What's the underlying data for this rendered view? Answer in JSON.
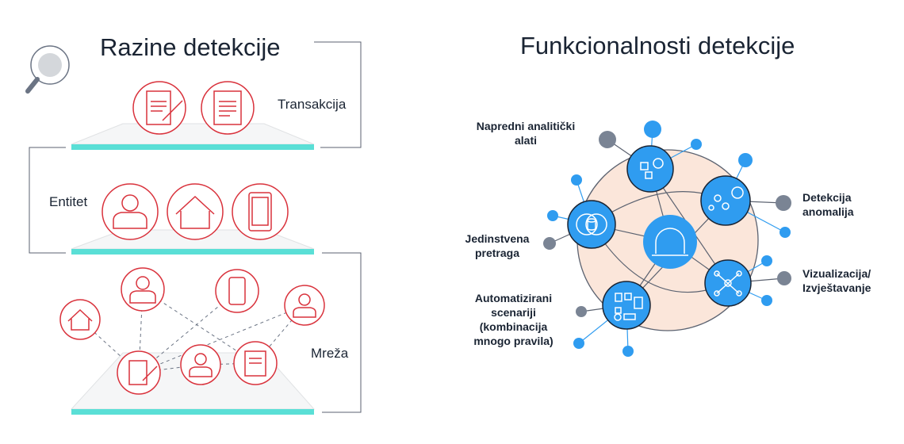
{
  "left": {
    "title": "Razine detekcije",
    "levels": {
      "transaction": "Transakcija",
      "entity": "Entitet",
      "network": "Mreža"
    }
  },
  "right": {
    "title": "Funkcionalnosti detekcije",
    "features": {
      "analytics": "Napredni analitički alati",
      "anomaly": "Detekcija anomalija",
      "search": "Jedinstvena pretraga",
      "visualization": "Vizualizacija/ Izvještavanje",
      "scenarios": "Automatizirani scenariji (kombinacija mnogo pravila)"
    }
  },
  "colors": {
    "red": "#d9323c",
    "teal": "#5adfd6",
    "blue": "#2f9cf0",
    "grey": "#7a8494",
    "peach": "#fbe6da",
    "text": "#1a2433"
  }
}
